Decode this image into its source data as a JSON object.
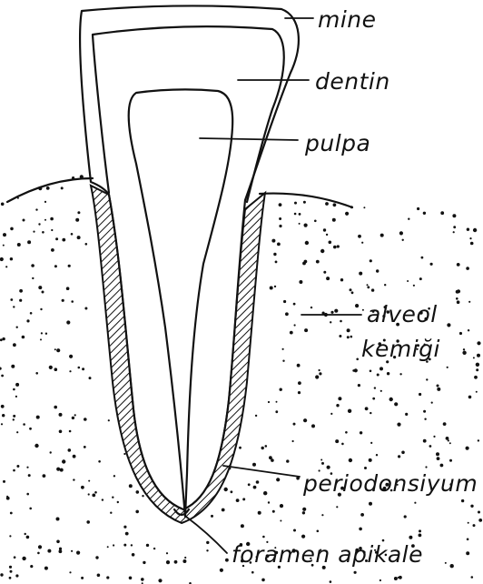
{
  "labels": {
    "mine": "mine",
    "dentin": "dentin",
    "pulpa": "pulpa",
    "alveol_line1": "alveol",
    "alveol_line2": "kemiği",
    "periodonsiyum": "periodonsiyum",
    "foramen_apikale": "foramen apikale"
  },
  "colors": {
    "ink": "#111111",
    "paper": "#ffffff"
  }
}
